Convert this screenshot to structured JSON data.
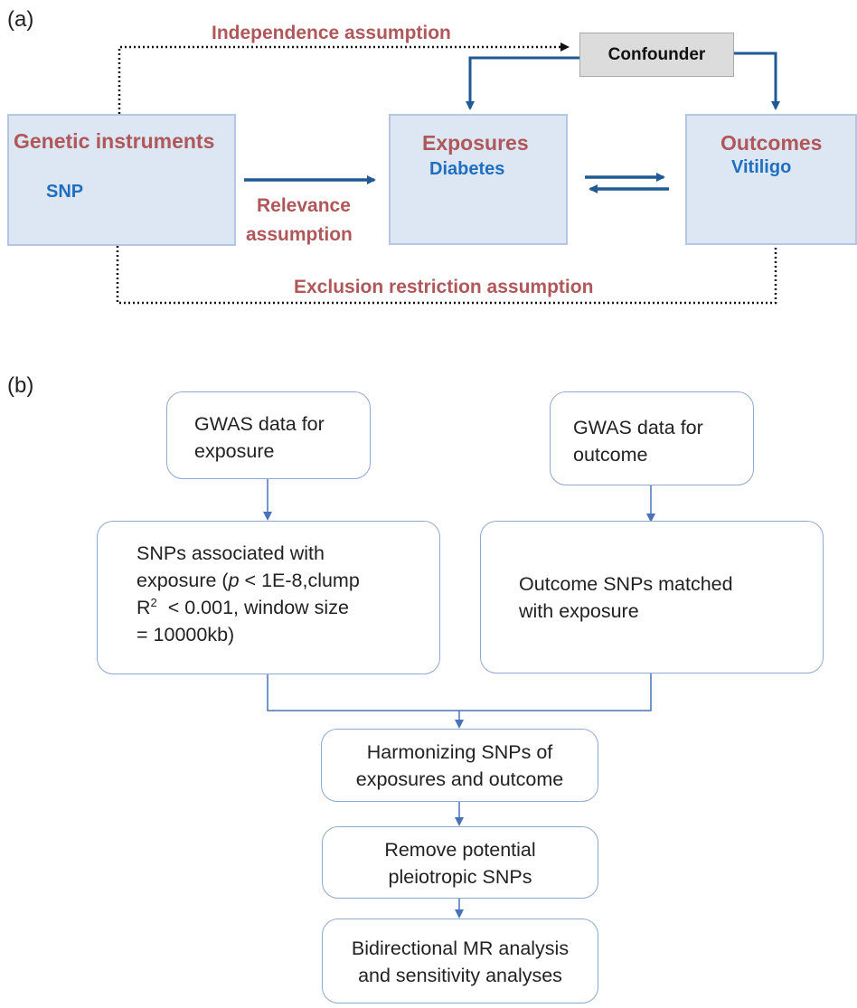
{
  "panel_a": {
    "label": "(a)",
    "independence_label": "Independence assumption",
    "confounder_label": "Confounder",
    "instruments": {
      "title": "Genetic instruments",
      "snp_label": "SNP"
    },
    "relevance_label_line1": "Relevance",
    "relevance_label_line2": "assumption",
    "exposures": {
      "title": "Exposures",
      "subtitle": "Diabetes"
    },
    "outcomes": {
      "title": "Outcomes",
      "subtitle": "Vitiligo"
    },
    "exclusion_label": "Exclusion restriction assumption",
    "colors": {
      "assumption_text": "#b0575a",
      "subtitle_text": "#1f6fc0",
      "arrow": "#1f5a94",
      "box_fill": "#dde6f3"
    },
    "icons": [
      "people-dna-icon",
      "blood-drop-icon",
      "skin-layer-icon"
    ]
  },
  "panel_b": {
    "label": "(b)",
    "gwas_exposure": {
      "line1": "GWAS data for",
      "line2": "exposure"
    },
    "gwas_outcome": {
      "line1": "GWAS data for",
      "line2": "outcome"
    },
    "snps_assoc": {
      "line1": "SNPs associated with",
      "line2_a": "exposure (",
      "p_symbol": "p",
      "line2_b": " < 1E-8,clump",
      "line3_a": "R",
      "line3_sup": "2",
      "line3_b": "  < 0.001, window size",
      "line4": "= 10000kb)"
    },
    "outcome_matched": {
      "line1": "Outcome SNPs matched",
      "line2": "with exposure"
    },
    "harmonizing": {
      "line1": "Harmonizing SNPs of",
      "line2": "exposures and outcome"
    },
    "remove": {
      "line1": "Remove potential",
      "line2": "pleiotropic SNPs"
    },
    "bidirectional": {
      "line1": "Bidirectional MR analysis",
      "line2": "and sensitivity analyses"
    },
    "colors": {
      "connector": "#4a72b8",
      "box_border": "#8fa9cf"
    }
  }
}
